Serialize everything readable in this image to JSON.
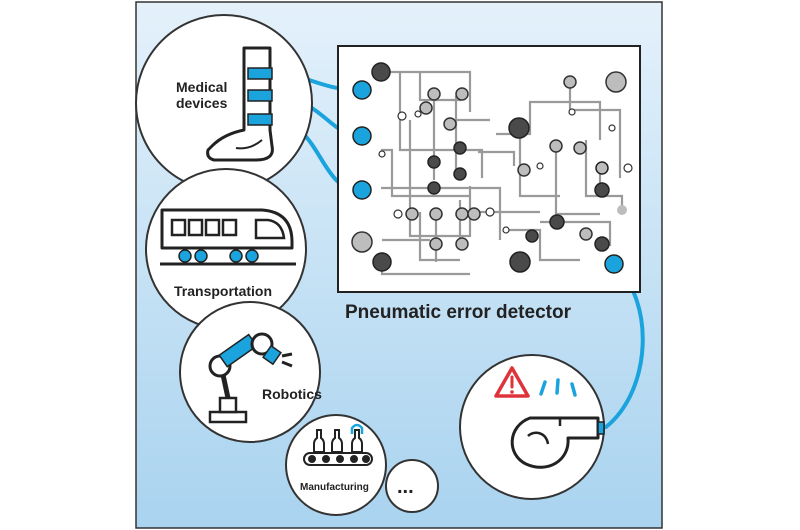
{
  "applications": {
    "medical": "Medical\ndevices",
    "transportation": "Transportation",
    "robotics": "Robotics",
    "manufacturing": "Manufacturing",
    "more": "..."
  },
  "detector": {
    "label": "Pneumatic error detector"
  },
  "icons": {
    "medical": "leg-brace-icon",
    "transportation": "train-icon",
    "robotics": "robot-arm-icon",
    "manufacturing": "conveyor-bottles-icon",
    "alert": "warning-triangle-icon",
    "whistle": "whistle-icon"
  },
  "colors": {
    "background_top": "#e4f1fb",
    "background_bottom": "#a8d2ef",
    "tube_blue": "#1aa3dc",
    "circuit_gray": "#9a9a9a",
    "dark_node": "#4a4a4a",
    "warning_red": "#e0323a",
    "outline": "#2b2b2b"
  }
}
